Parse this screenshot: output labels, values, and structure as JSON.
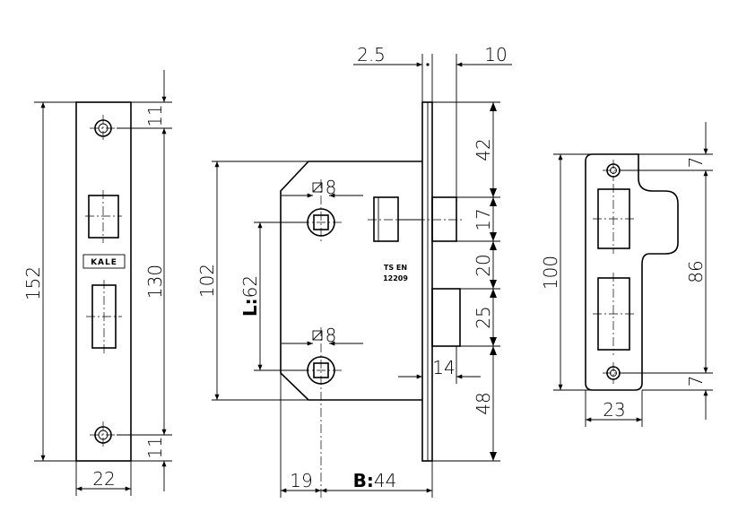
{
  "brand_mark": "KALE",
  "standard_label": {
    "line1": "TS EN",
    "line2": "12209"
  },
  "faceplate_view": {
    "total_height": "152",
    "hole_spacing": "130",
    "hole_offset_top": "11",
    "hole_offset_bottom": "11",
    "width": "22"
  },
  "lock_body_view": {
    "forend_left": "2.5",
    "forend_right": "10",
    "case_height": "102",
    "lever_spacing_label": "L:",
    "lever_spacing_value": "62",
    "spindle_square_top": "8",
    "spindle_square_bottom": "8",
    "right_dims": [
      "42",
      "17",
      "20",
      "25",
      "48"
    ],
    "bolt_projection": "14",
    "offset_19": "19",
    "backset_label": "B:",
    "backset_value": "44"
  },
  "strike_plate_view": {
    "height": "100",
    "hole_spacing": "86",
    "hole_offset_top": "7",
    "hole_offset_bottom": "7",
    "width": "23"
  }
}
